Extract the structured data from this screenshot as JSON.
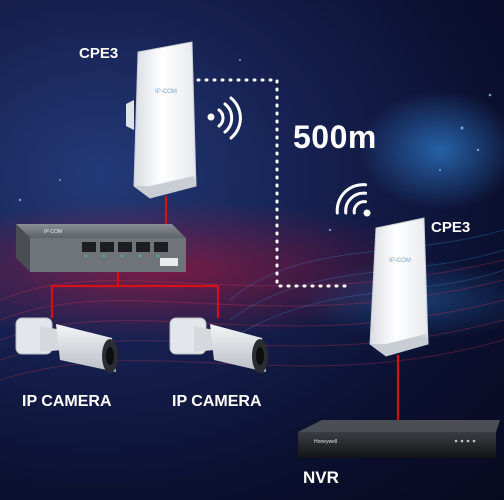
{
  "labels": {
    "cpe_top": "CPE3",
    "cpe_right": "CPE3",
    "distance": "500m",
    "camera_left": "IP CAMERA",
    "camera_right": "IP CAMERA",
    "nvr": "NVR"
  },
  "device_text": {
    "cpe_brand": "IP-COM",
    "switch_brand": "IP-COM",
    "nvr_brand": "Honeywell"
  },
  "colors": {
    "background": "#0b1030",
    "cable": "#d4101a",
    "dotted_link": "#ffffff",
    "text": "#ffffff"
  },
  "icons": {
    "wireless_signal_top": "wifi-signal-icon",
    "wireless_signal_right": "wifi-signal-icon"
  }
}
